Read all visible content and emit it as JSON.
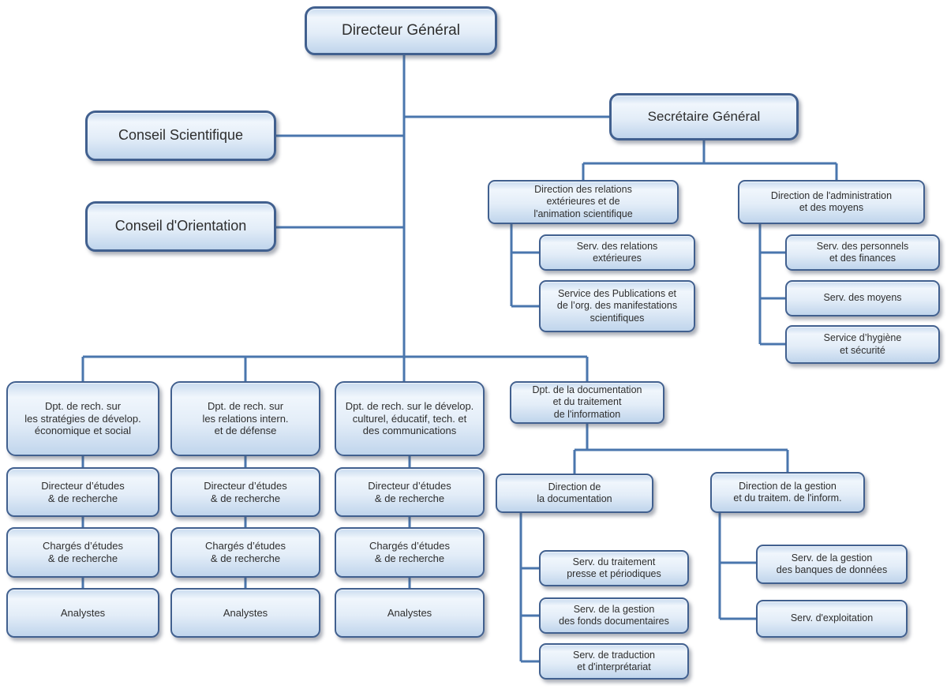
{
  "diagram": {
    "type": "org-chart",
    "language": "fr",
    "description": "Organigramme : structure hiérarchique d'un organisme de recherche"
  },
  "colors": {
    "connector": "#4a76ad",
    "node_border": "#41608f",
    "text": "#2e2e2e",
    "fill_top": "#c9dbef",
    "fill_hi": "#f0f6fc",
    "fill_mid": "#e3edf8",
    "fill_bottom": "#c0d5ec",
    "background": "#ffffff"
  },
  "nodes": {
    "directeur_general": {
      "label": "Directeur Général"
    },
    "conseil_scientifique": {
      "label": "Conseil Scientifique"
    },
    "conseil_orientation": {
      "label": "Conseil d'Orientation"
    },
    "secretaire_general": {
      "label": "Secrétaire Général"
    },
    "dir_relations_ext": {
      "label": "Direction des relations\nextérieures et de\nl'animation scientifique"
    },
    "serv_relations_ext": {
      "label": "Serv. des relations\nextérieures"
    },
    "serv_publications": {
      "label": "Service des Publications et\nde l’org. des manifestations\nscientifiques"
    },
    "dir_administration": {
      "label": "Direction de l'administration\net des moyens"
    },
    "serv_personnels": {
      "label": "Serv. des personnels\net des finances"
    },
    "serv_moyens": {
      "label": "Serv. des moyens"
    },
    "serv_hygiene": {
      "label": "Service d’hygiène\net sécurité"
    },
    "dpt_strategies": {
      "label": "Dpt. de rech. sur\nles stratégies de dévelop.\néconomique et social"
    },
    "dpt_relations_intern": {
      "label": "Dpt. de rech. sur\nles relations intern.\net de défense"
    },
    "dpt_culturel": {
      "label": "Dpt. de rech. sur le dévelop.\nculturel, éducatif, tech. et\ndes communications"
    },
    "dpt_documentation": {
      "label": "Dpt. de la documentation\net du traitement\nde l'information"
    },
    "directeur_etudes": {
      "label": "Directeur d’études\n& de recherche"
    },
    "charges_etudes": {
      "label": "Chargés d’études\n& de recherche"
    },
    "analystes": {
      "label": "Analystes"
    },
    "dir_documentation": {
      "label": "Direction de\nla documentation"
    },
    "dir_gestion": {
      "label": "Direction de la gestion\net du traitem. de l'inform."
    },
    "serv_traitement_presse": {
      "label": "Serv. du traitement\npresse et périodiques"
    },
    "serv_fonds_documentaires": {
      "label": "Serv. de la gestion\ndes fonds documentaires"
    },
    "serv_traduction": {
      "label": "Serv. de traduction\net d'interprétariat"
    },
    "serv_banques_donnees": {
      "label": "Serv. de la gestion\ndes banques de données"
    },
    "serv_exploitation": {
      "label": "Serv. d'exploitation"
    }
  },
  "hierarchy": [
    {
      "parent": "directeur_general",
      "children": [
        "conseil_scientifique",
        "conseil_orientation",
        "secretaire_general",
        "dpt_strategies",
        "dpt_relations_intern",
        "dpt_culturel",
        "dpt_documentation"
      ]
    },
    {
      "parent": "secretaire_general",
      "children": [
        "dir_relations_ext",
        "dir_administration"
      ]
    },
    {
      "parent": "dir_relations_ext",
      "children": [
        "serv_relations_ext",
        "serv_publications"
      ]
    },
    {
      "parent": "dir_administration",
      "children": [
        "serv_personnels",
        "serv_moyens",
        "serv_hygiene"
      ]
    },
    {
      "parent": "dpt_strategies",
      "children": [
        "directeur_etudes"
      ]
    },
    {
      "parent": "dpt_relations_intern",
      "children": [
        "directeur_etudes"
      ]
    },
    {
      "parent": "dpt_culturel",
      "children": [
        "directeur_etudes"
      ]
    },
    {
      "parent": "directeur_etudes",
      "children": [
        "charges_etudes"
      ]
    },
    {
      "parent": "charges_etudes",
      "children": [
        "analystes"
      ]
    },
    {
      "parent": "dpt_documentation",
      "children": [
        "dir_documentation",
        "dir_gestion"
      ]
    },
    {
      "parent": "dir_documentation",
      "children": [
        "serv_traitement_presse",
        "serv_fonds_documentaires",
        "serv_traduction"
      ]
    },
    {
      "parent": "dir_gestion",
      "children": [
        "serv_banques_donnees",
        "serv_exploitation"
      ]
    }
  ]
}
